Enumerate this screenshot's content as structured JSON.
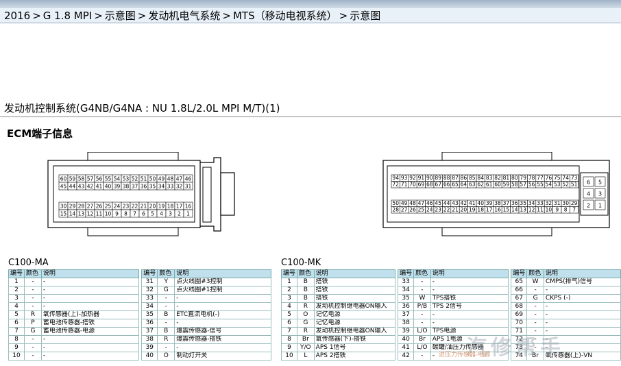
{
  "breadcrumb": [
    "2016",
    "G 1.8 MPI",
    "示意图",
    "发动机电气系统",
    "MTS（移动电视系统）",
    "示意图"
  ],
  "section_title": "发动机控制系统(G4NB/G4NA : NU 1.8L/2.0L MPI M/T)(1)",
  "ecm_heading": "ECM端子信息",
  "connector_ma": {
    "rows": [
      [
        "60",
        "59",
        "58",
        "57",
        "56",
        "55",
        "54",
        "53",
        "52",
        "51",
        "50",
        "49",
        "48",
        "47",
        "46"
      ],
      [
        "45",
        "44",
        "43",
        "42",
        "41",
        "40",
        "39",
        "38",
        "37",
        "36",
        "35",
        "34",
        "33",
        "32",
        "31"
      ],
      [
        "30",
        "29",
        "28",
        "27",
        "26",
        "25",
        "24",
        "23",
        "22",
        "21",
        "20",
        "19",
        "18",
        "17",
        "16"
      ],
      [
        "15",
        "14",
        "13",
        "12",
        "11",
        "10",
        "9",
        "8",
        "7",
        "6",
        "5",
        "4",
        "3",
        "2",
        "1"
      ]
    ]
  },
  "connector_mk": {
    "rows": [
      [
        "94",
        "93",
        "92",
        "91",
        "90",
        "89",
        "88",
        "87",
        "86",
        "85",
        "84",
        "83",
        "82",
        "81",
        "80",
        "79",
        "78",
        "77",
        "76",
        "75",
        "74",
        "73"
      ],
      [
        "72",
        "71",
        "70",
        "69",
        "68",
        "67",
        "66",
        "65",
        "64",
        "63",
        "62",
        "61",
        "60",
        "59",
        "58",
        "57",
        "56",
        "55",
        "54",
        "53",
        "52",
        "51"
      ],
      [
        "50",
        "49",
        "48",
        "47",
        "46",
        "45",
        "44",
        "43",
        "42",
        "41",
        "40",
        "39",
        "38",
        "37",
        "36",
        "35",
        "34",
        "33",
        "32",
        "31",
        "30",
        "29"
      ],
      [
        "28",
        "27",
        "26",
        "25",
        "24",
        "23",
        "22",
        "21",
        "20",
        "19",
        "18",
        "17",
        "16",
        "15",
        "14",
        "13",
        "12",
        "11",
        "10",
        "9",
        "8",
        "7"
      ]
    ],
    "side": [
      [
        "6",
        "5"
      ],
      [
        "4",
        "3"
      ],
      [
        "2",
        "1"
      ]
    ]
  },
  "table_ma": {
    "caption": "C100-MA",
    "headers": [
      "编号",
      "颜色",
      "说明"
    ],
    "left": [
      [
        "1",
        "-",
        "-"
      ],
      [
        "2",
        "-",
        "-"
      ],
      [
        "3",
        "-",
        "-"
      ],
      [
        "4",
        "-",
        "-"
      ],
      [
        "5",
        "R",
        "氧传感器(上)-加热器"
      ],
      [
        "6",
        "P",
        "蓄电池传感器-搭铁"
      ],
      [
        "7",
        "G",
        "蓄电池传感器-电源"
      ],
      [
        "8",
        "-",
        "-"
      ],
      [
        "9",
        "-",
        "-"
      ],
      [
        "10",
        "-",
        "-"
      ]
    ],
    "right": [
      [
        "31",
        "Y",
        "点火线圈#3控制"
      ],
      [
        "32",
        "G",
        "点火线圈#1控制"
      ],
      [
        "33",
        "-",
        "-"
      ],
      [
        "34",
        "-",
        "-"
      ],
      [
        "35",
        "B",
        "ETC直流电机(-)"
      ],
      [
        "36",
        "-",
        "-"
      ],
      [
        "37",
        "B",
        "爆震传感器-信号"
      ],
      [
        "38",
        "R",
        "爆震传感器-搭铁"
      ],
      [
        "39",
        "-",
        "-"
      ],
      [
        "40",
        "O",
        "制动灯开关"
      ]
    ]
  },
  "table_mk": {
    "caption": "C100-MK",
    "headers": [
      "编号",
      "颜色",
      "说明"
    ],
    "col1": [
      [
        "1",
        "B",
        "搭铁"
      ],
      [
        "2",
        "B",
        "搭铁"
      ],
      [
        "3",
        "B",
        "搭铁"
      ],
      [
        "4",
        "R",
        "发动机控制继电器ON输入"
      ],
      [
        "5",
        "O",
        "记忆电源"
      ],
      [
        "6",
        "G",
        "记忆电源"
      ],
      [
        "7",
        "R",
        "发动机控制继电器ON输入"
      ],
      [
        "8",
        "Br",
        "氧传感器(下)-搭铁"
      ],
      [
        "9",
        "Y/O",
        "APS 1信号"
      ],
      [
        "10",
        "L",
        "APS 2搭铁"
      ]
    ],
    "col2": [
      [
        "33",
        "-",
        "-"
      ],
      [
        "34",
        "-",
        "-"
      ],
      [
        "35",
        "W",
        "TPS搭铁"
      ],
      [
        "36",
        "P/B",
        "TPS 2信号"
      ],
      [
        "37",
        "-",
        "-"
      ],
      [
        "38",
        "-",
        "-"
      ],
      [
        "39",
        "L/O",
        "TPS电源"
      ],
      [
        "40",
        "Br",
        "APS 1电源"
      ],
      [
        "41",
        "L/O",
        "碳罐/油压力传感器"
      ],
      [
        "42",
        "-",
        "-"
      ]
    ],
    "col3": [
      [
        "65",
        "W",
        "CMPS(排气)信号"
      ],
      [
        "66",
        "-",
        "-"
      ],
      [
        "67",
        "G",
        "CKPS (-)"
      ],
      [
        "68",
        "-",
        "-"
      ],
      [
        "69",
        "-",
        "-"
      ],
      [
        "70",
        "-",
        "-"
      ],
      [
        "71",
        "-",
        "-"
      ],
      [
        "72",
        "-",
        "-"
      ],
      [
        "73",
        "-",
        "-"
      ],
      [
        "74",
        "Br",
        "氧传感器(上)-VN"
      ]
    ]
  },
  "watermark": "汽修帮手",
  "watermark_sub": "进压力传感器-电源"
}
